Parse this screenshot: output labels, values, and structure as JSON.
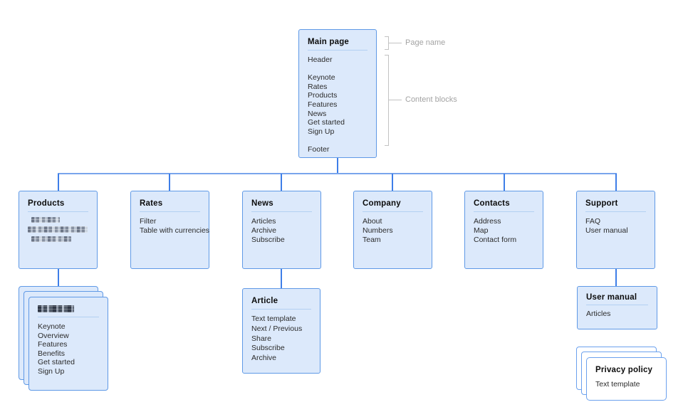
{
  "annotations": {
    "page_name": "Page name",
    "content_blocks": "Content blocks"
  },
  "main_page": {
    "title": "Main page",
    "items": [
      "Header",
      "",
      "Keynote",
      "Rates",
      "Products",
      "Features",
      "News",
      "Get started",
      "Sign Up",
      "",
      "Footer"
    ]
  },
  "sections": [
    {
      "title": "Products",
      "items": [],
      "redacted_lines": 3
    },
    {
      "title": "Rates",
      "items": [
        "Filter",
        "Table with currencies"
      ]
    },
    {
      "title": "News",
      "items": [
        "Articles",
        "Archive",
        "Subscribe"
      ]
    },
    {
      "title": "Company",
      "items": [
        "About",
        "Numbers",
        "Team"
      ]
    },
    {
      "title": "Contacts",
      "items": [
        "Address",
        "Map",
        "Contact form"
      ]
    },
    {
      "title": "Support",
      "items": [
        "FAQ",
        "User manual"
      ]
    }
  ],
  "product_pages": {
    "title_redacted": true,
    "items": [
      "Keynote",
      "Overview",
      "Features",
      "Benefits",
      "Get started",
      "Sign Up"
    ]
  },
  "article": {
    "title": "Article",
    "items": [
      "Text template",
      "Next / Previous",
      "Share",
      "Subscribe",
      "Archive"
    ]
  },
  "user_manual": {
    "title": "User manual",
    "items": [
      "Articles"
    ]
  },
  "privacy_policy": {
    "title": "Privacy policy",
    "items": [
      "Text template"
    ]
  },
  "colors": {
    "box_fill": "#dce9fb",
    "box_border": "#5f99e6",
    "connector_vertical": "#3e7ee8",
    "connector_bus": "#79a5ec",
    "title_underline": "#b3d0f2",
    "annotation_gray": "#a3a3a3"
  }
}
